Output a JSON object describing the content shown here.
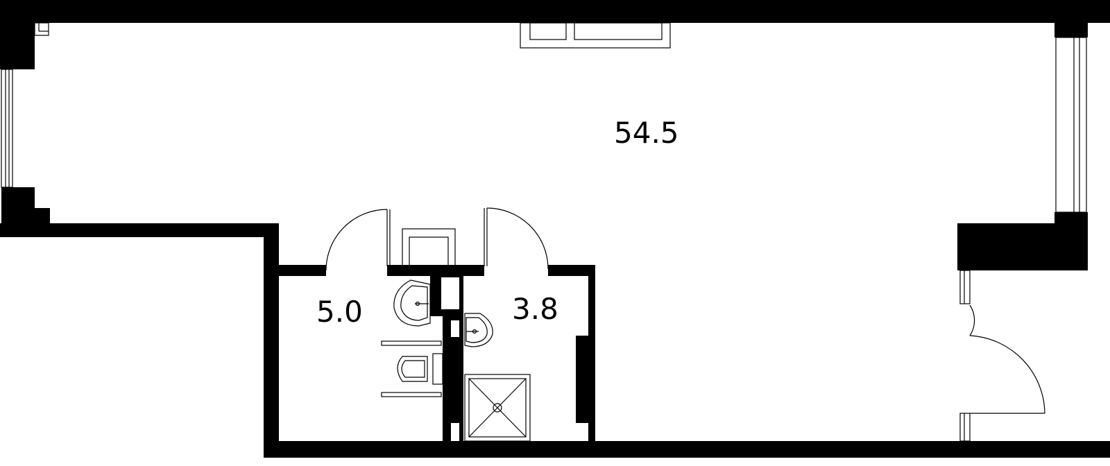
{
  "plan": {
    "rooms": [
      {
        "id": "main-room",
        "area": "54.5"
      },
      {
        "id": "bathroom",
        "area": "5.0"
      },
      {
        "id": "shower-room",
        "area": "3.8"
      }
    ]
  },
  "colors": {
    "wall": "#000000",
    "background": "#ffffff"
  },
  "icons": [
    "sink-icon",
    "toilet-icon",
    "shower-tray-icon",
    "door-swing-icon",
    "window-icon"
  ]
}
